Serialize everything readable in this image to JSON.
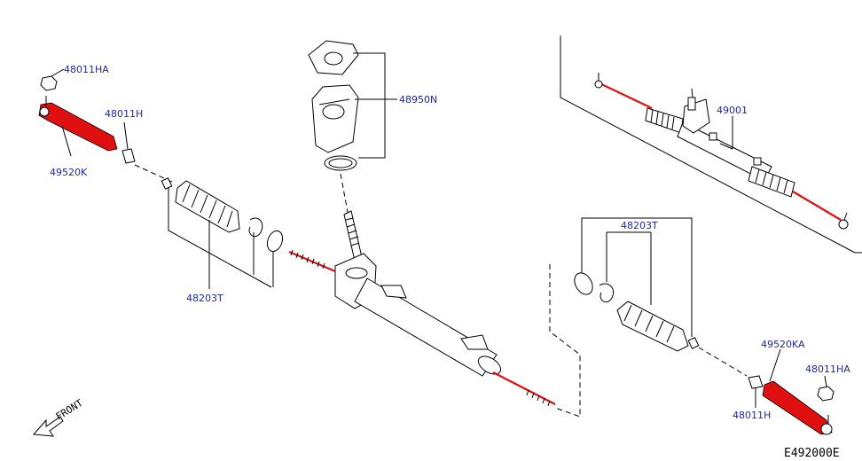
{
  "labels": {
    "nut_left": "48011HA",
    "boot_clamp_left": "48011H",
    "tie_rod_end_left": "49520K",
    "boot_kit_left": "48203T",
    "mount_kit": "48950N",
    "gear_assembly": "49001",
    "boot_kit_right": "48203T",
    "tie_rod_end_right": "49520KA",
    "nut_right": "48011HA",
    "boot_clamp_right": "48011H",
    "front_indicator": "FRONT",
    "diagram_code": "E492000E"
  },
  "colors": {
    "label_text": "#1f2a9e",
    "highlight": "#e01010",
    "line": "#000000",
    "background": "#ffffff"
  }
}
